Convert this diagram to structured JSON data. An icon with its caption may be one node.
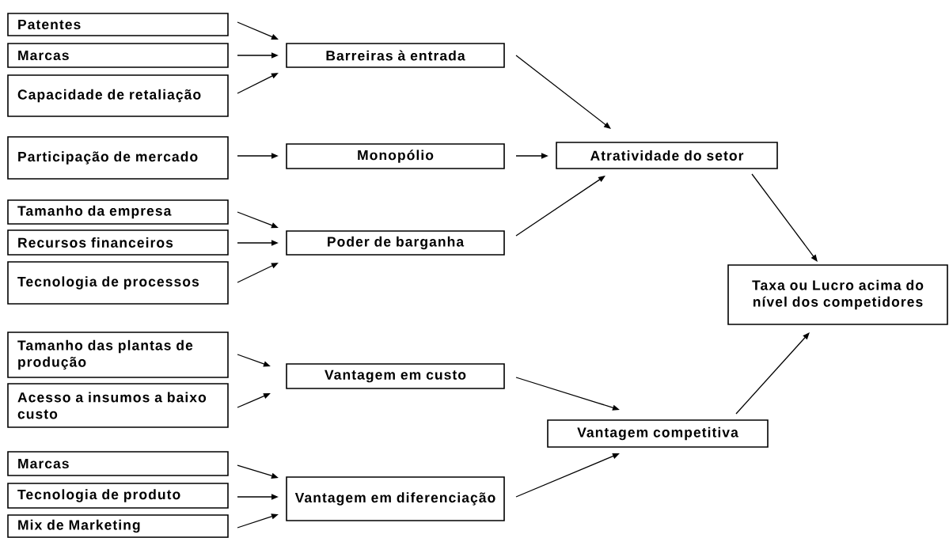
{
  "diagram": {
    "nodes": [
      {
        "text": [
          "Patentes"
        ]
      },
      {
        "text": [
          "Marcas"
        ]
      },
      {
        "text": [
          "Capacidade de retaliação"
        ]
      },
      {
        "text": [
          "Barreiras à entrada"
        ]
      },
      {
        "text": [
          "Participação de mercado"
        ]
      },
      {
        "text": [
          "Monopólio"
        ]
      },
      {
        "text": [
          "Atratividade do setor"
        ]
      },
      {
        "text": [
          "Tamanho da empresa"
        ]
      },
      {
        "text": [
          "Recursos financeiros"
        ]
      },
      {
        "text": [
          "Tecnologia de processos"
        ]
      },
      {
        "text": [
          "Poder de barganha"
        ]
      },
      {
        "text": [
          "Taxa ou Lucro acima do nível dos competidores"
        ]
      },
      {
        "text": [
          "Tamanho das plantas de produção"
        ]
      },
      {
        "text": [
          "Acesso a insumos a baixo custo"
        ]
      },
      {
        "text": [
          "Vantagem em custo"
        ]
      },
      {
        "text": [
          "Vantagem competitiva"
        ]
      },
      {
        "text": [
          "Marcas"
        ]
      },
      {
        "text": [
          "Tecnologia de produto"
        ]
      },
      {
        "text": [
          "Mix de Marketing"
        ]
      },
      {
        "text": [
          "Vantagem em diferenciação"
        ]
      }
    ],
    "edges": [
      {
        "from": 0,
        "to": 3,
        "arrow": "to"
      },
      {
        "from": 1,
        "to": 3,
        "arrow": "to"
      },
      {
        "from": 2,
        "to": 3,
        "arrow": "to"
      },
      {
        "from": 3,
        "to": 6,
        "arrow": "to"
      },
      {
        "from": 4,
        "to": 5,
        "arrow": "to"
      },
      {
        "from": 5,
        "to": 6,
        "arrow": "to"
      },
      {
        "from": 10,
        "to": 6,
        "arrow": "to"
      },
      {
        "from": 7,
        "to": 10,
        "arrow": "to"
      },
      {
        "from": 8,
        "to": 10,
        "arrow": "to"
      },
      {
        "from": 9,
        "to": 10,
        "arrow": "to"
      },
      {
        "from": 6,
        "to": 11,
        "arrow": "to"
      },
      {
        "from": 12,
        "to": 14,
        "arrow": "to"
      },
      {
        "from": 13,
        "to": 14,
        "arrow": "to"
      },
      {
        "from": 14,
        "to": 15,
        "arrow": "to"
      },
      {
        "from": 19,
        "to": 15,
        "arrow": "to"
      },
      {
        "from": 15,
        "to": 11,
        "arrow": "to"
      },
      {
        "from": 16,
        "to": 19,
        "arrow": "to"
      },
      {
        "from": 17,
        "to": 19,
        "arrow": "to"
      },
      {
        "from": 18,
        "to": 19,
        "arrow": "to"
      }
    ]
  }
}
